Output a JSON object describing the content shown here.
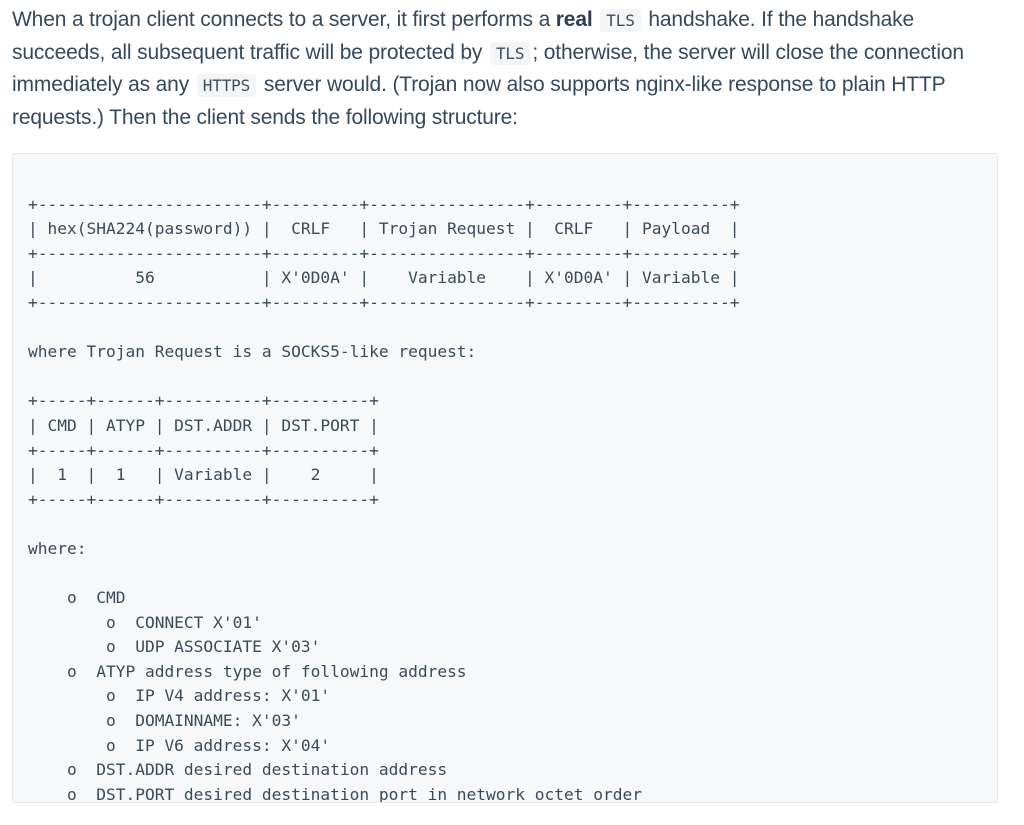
{
  "intro": {
    "part1": "When a trojan client connects to a server, it first performs a ",
    "strong": "real",
    "code1": "TLS",
    "part2": " handshake. If the handshake succeeds, all subsequent traffic will be protected by ",
    "code2": "TLS",
    "part3": "; otherwise, the server will close the connection immediately as any ",
    "code3": "HTTPS",
    "part4": " server would. (Trojan now also supports nginx-like response to plain HTTP requests.) Then the client sends the following structure:"
  },
  "code_block": {
    "text": "\n+-----------------------+---------+----------------+---------+----------+\n| hex(SHA224(password)) |  CRLF   | Trojan Request |  CRLF   | Payload  |\n+-----------------------+---------+----------------+---------+----------+\n|          56           | X'0D0A' |    Variable    | X'0D0A' | Variable |\n+-----------------------+---------+----------------+---------+----------+\n\nwhere Trojan Request is a SOCKS5-like request:\n\n+-----+------+----------+----------+\n| CMD | ATYP | DST.ADDR | DST.PORT |\n+-----+------+----------+----------+\n|  1  |  1   | Variable |    2     |\n+-----+------+----------+----------+\n\nwhere:\n\n    o  CMD\n        o  CONNECT X'01'\n        o  UDP ASSOCIATE X'03'\n    o  ATYP address type of following address\n        o  IP V4 address: X'01'\n        o  DOMAINNAME: X'03'\n        o  IP V6 address: X'04'\n    o  DST.ADDR desired destination address\n    o  DST.PORT desired destination port in network octet order"
  }
}
